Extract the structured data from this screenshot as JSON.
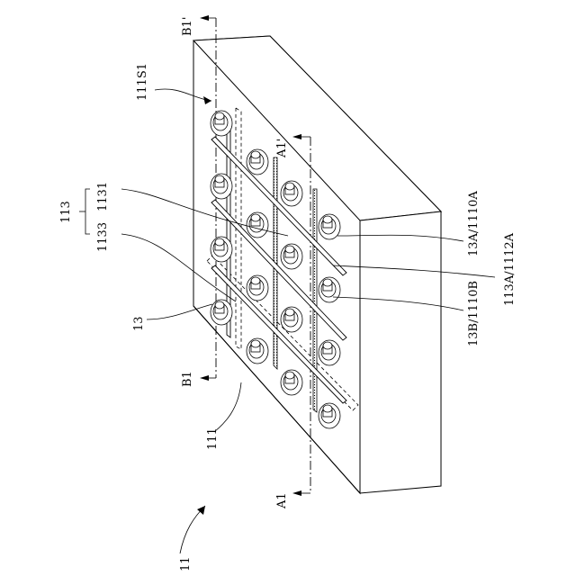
{
  "figure": {
    "labels": {
      "ref_11": "11",
      "ref_111": "111",
      "ref_111s1": "111S1",
      "ref_113": "113",
      "ref_1131": "1131",
      "ref_1133": "1133",
      "ref_13": "13",
      "ref_13a_1110a": "13A/1110A",
      "ref_113a_1112a": "113A/1112A",
      "ref_13b_1110b": "13B/1110B",
      "sec_a1": "A1",
      "sec_a1p": "A1'",
      "sec_b1": "B1",
      "sec_b1p": "B1'"
    }
  }
}
